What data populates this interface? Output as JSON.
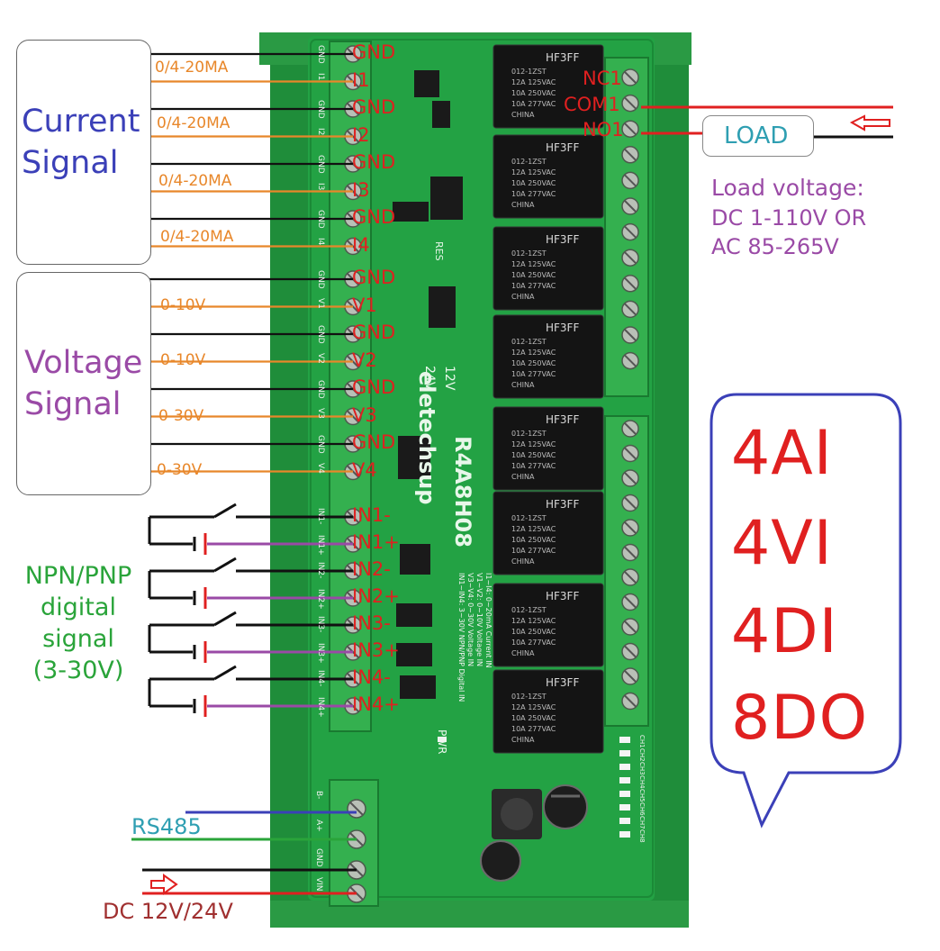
{
  "colors": {
    "board": "#23a244",
    "rail": "#1f8d3a",
    "terminal": "#34b04f",
    "relay": "#121212",
    "black_wire": "#111111",
    "orange_wire": "#e8872a",
    "purple_wire": "#9a4aa6",
    "red": "#e02020",
    "blue": "#3b40b8",
    "purple": "#9a4aa6",
    "green": "#2aa43a",
    "teal": "#2f9fb2"
  },
  "groups": {
    "current": "Current\nSignal",
    "voltage": "Voltage\nSignal",
    "digital": "NPN/PNP\ndigital\nsignal\n(3-30V)"
  },
  "left_terminals": [
    "GND",
    "I1",
    "GND",
    "I2",
    "GND",
    "I3",
    "GND",
    "I4",
    "GND",
    "V1",
    "GND",
    "V2",
    "GND",
    "V3",
    "GND",
    "V4",
    "IN1-",
    "IN1+",
    "IN2-",
    "IN2+",
    "IN3-",
    "IN3+",
    "IN4-",
    "IN4+"
  ],
  "wire_labels": [
    "0/4-20MA",
    "0/4-20MA",
    "0/4-20MA",
    "0/4-20MA",
    "0-10V",
    "0-10V",
    "0-30V",
    "0-30V"
  ],
  "relay_terminals": [
    "NC1",
    "COM1",
    "NO1"
  ],
  "load": {
    "label": "LOAD",
    "voltage_title": "Load voltage:",
    "voltage_line1": "DC 1-110V OR",
    "voltage_line2": "AC 85-265V"
  },
  "callout": [
    "4AI",
    "4VI",
    "4DI",
    "8DO"
  ],
  "bottom": {
    "rs485": "RS485",
    "power": "DC 12V/24V"
  },
  "board": {
    "brand": "eletechsup",
    "model": "R4A8H08",
    "pwr": "PWR",
    "res": "RES",
    "v24": "24V",
    "v12": "12V",
    "relay_brand": "HF3FF",
    "relay_spec": [
      "012-1ZST",
      "12A 125VAC",
      "10A 250VAC",
      "10A 277VAC",
      "CHINA"
    ],
    "silk_left": [
      "GND",
      "I1",
      "GND",
      "I2",
      "GND",
      "I3",
      "GND",
      "I4",
      "GND",
      "V1",
      "GND",
      "V2",
      "GND",
      "V3",
      "GND",
      "V4",
      "IN1-",
      "IN1+",
      "IN2-",
      "IN2+",
      "IN3-",
      "IN3+",
      "IN4-",
      "IN4+"
    ],
    "silk_bottom": [
      "B-",
      "A+",
      "GND",
      "VIN"
    ],
    "silk_notes": [
      "I1~I4: 0~20mA Current IN",
      "V1~V2: 0~10V Voltage IN",
      "V3~V4: 0~30V Voltage IN",
      "IN1~IN4: 3~30V NPN/PNP Digital IN"
    ],
    "silk_leds": [
      "CH1",
      "CH2",
      "CH3",
      "CH4",
      "CH5",
      "CH6",
      "CH7",
      "CH8"
    ]
  }
}
